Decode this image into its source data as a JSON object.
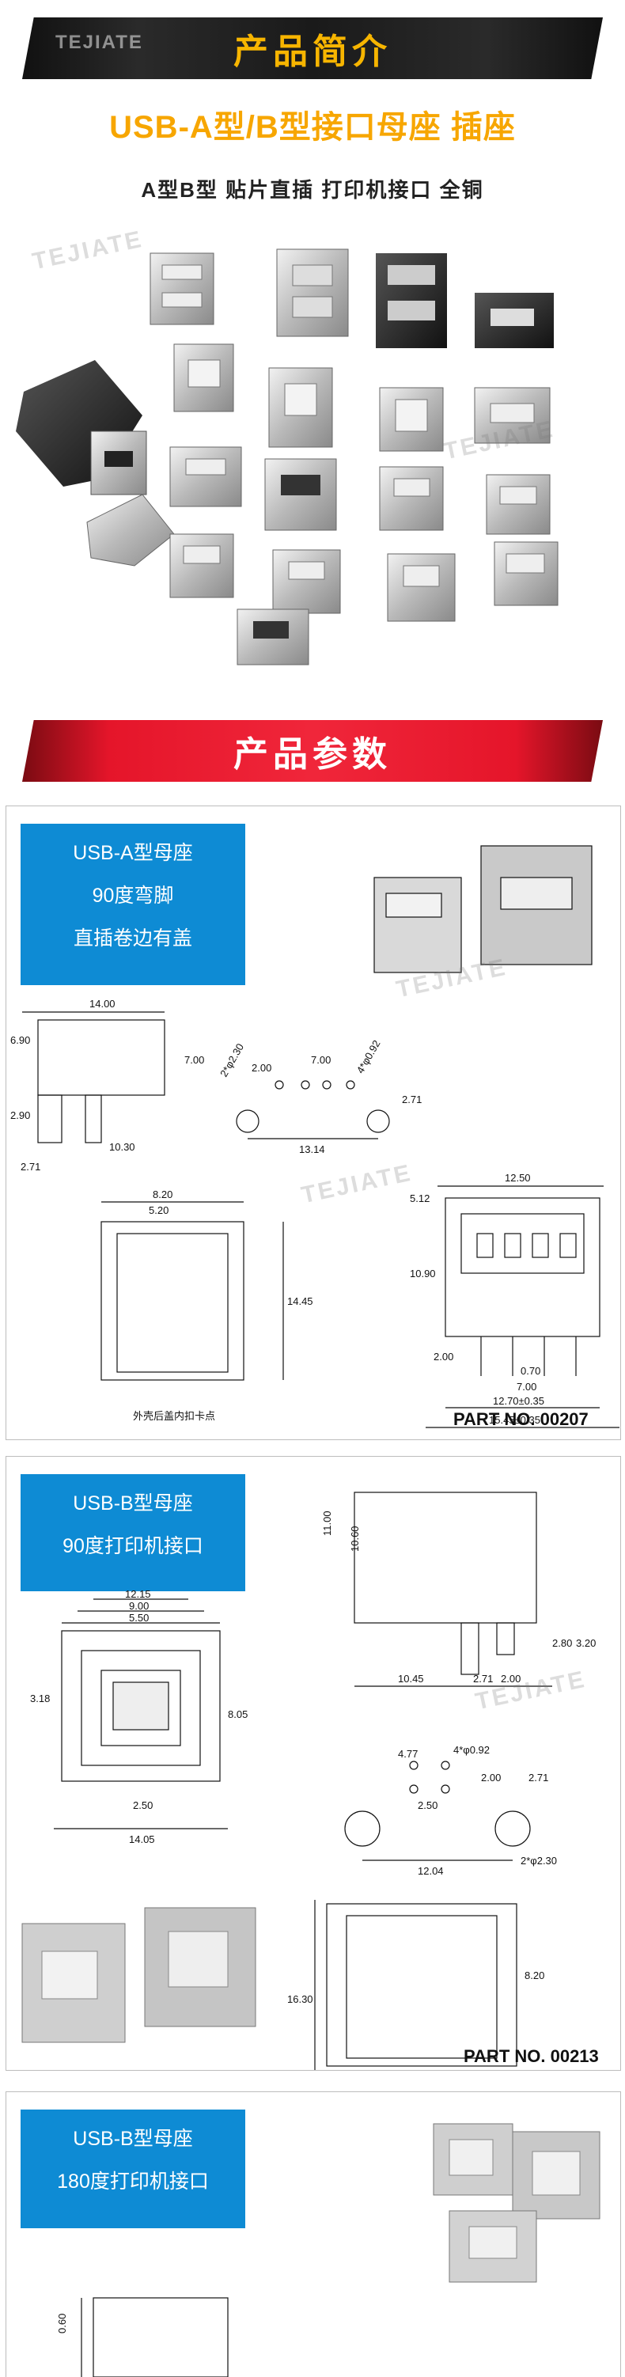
{
  "section1": {
    "banner": "产品简介",
    "brand": "TEJIATE",
    "headline": "USB-A型/B型接口母座 插座",
    "subline": "A型B型 贴片直插 打印机接口 全铜"
  },
  "section2": {
    "banner": "产品参数"
  },
  "panel1": {
    "lines": [
      "USB-A型母座",
      "90度弯脚",
      "直插卷边有盖"
    ],
    "part_no": "PART NO. 00207",
    "note": "外壳后盖内扣卡点",
    "dims": {
      "d1400": "14.00",
      "d690": "6.90",
      "d700": "7.00",
      "d290": "2.90",
      "d1030": "10.30",
      "d271": "2.71",
      "d200": "2.00",
      "d700b": "7.00",
      "d2phi": "2*φ2.30",
      "d4phi": "4*φ0.92",
      "d271b": "2.71",
      "d1314": "13.14",
      "d820": "8.20",
      "d520": "5.20",
      "d1445": "14.45",
      "d1250": "12.50",
      "d512": "5.12",
      "d1090": "10.90",
      "d200c": "2.00",
      "d070": "0.70",
      "d700c": "7.00",
      "d1270": "12.70±0.35",
      "d1545": "15.45±0.35"
    }
  },
  "panel2": {
    "lines": [
      "USB-B型母座",
      "90度打印机接口"
    ],
    "part_no": "PART NO. 00213",
    "dims": {
      "d1100": "11.00",
      "d1060": "10.60",
      "d280": "2.80",
      "d320": "3.20",
      "d1045": "10.45",
      "d271": "2.71",
      "d200": "2.00",
      "d1215": "12.15",
      "d900": "9.00",
      "d550": "5.50",
      "d318": "3.18",
      "d805": "8.05",
      "d250": "2.50",
      "d1405": "14.05",
      "d477": "4.77",
      "d4phi": "4*φ0.92",
      "d200b": "2.00",
      "d271b": "2.71",
      "d250b": "2.50",
      "d1204": "12.04",
      "d2phi": "2*φ2.30",
      "d820": "8.20",
      "d1630": "16.30"
    }
  },
  "panel3": {
    "lines": [
      "USB-B型母座",
      "180度打印机接口"
    ],
    "dims": {
      "d060": "0.60"
    }
  }
}
